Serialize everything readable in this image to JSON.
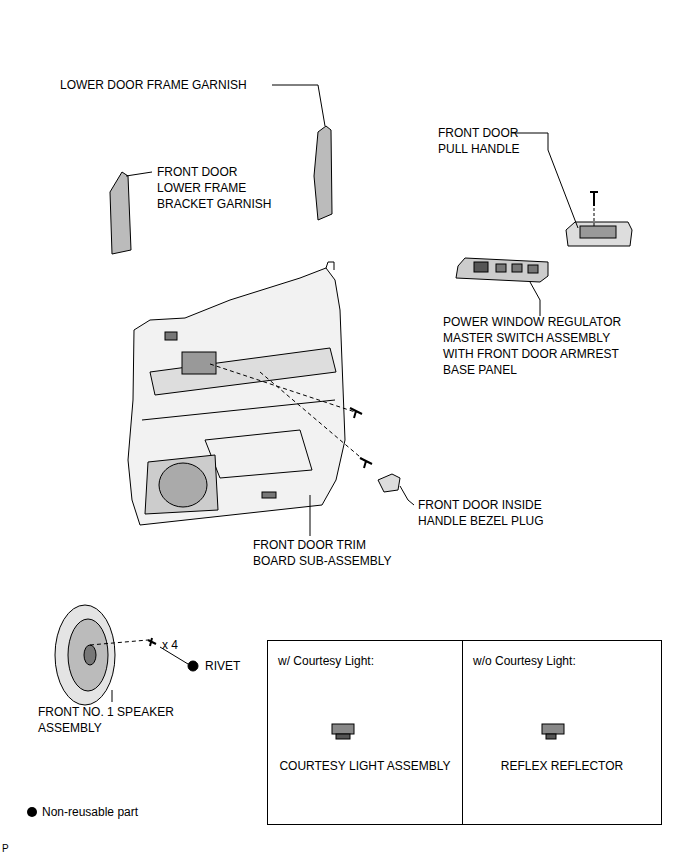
{
  "diagram": {
    "nodes": [
      {
        "text": [
          "w/ Courtesy Light:",
          "COURTESY LIGHT ASSEMBLY"
        ]
      },
      {
        "text": [
          "w/o Courtesy Light:",
          "REFLEX REFLECTOR"
        ]
      }
    ],
    "labels": [
      "LOWER DOOR FRAME GARNISH",
      "FRONT DOOR PULL HANDLE",
      "FRONT DOOR LOWER FRAME BRACKET GARNISH",
      "POWER WINDOW REGULATOR MASTER SWITCH ASSEMBLY WITH FRONT DOOR ARMREST BASE PANEL",
      "FRONT DOOR INSIDE HANDLE BEZEL PLUG",
      "FRONT DOOR TRIM BOARD SUB-ASSEMBLY",
      "x 4",
      "RIVET",
      "FRONT NO. 1 SPEAKER ASSEMBLY",
      "P"
    ],
    "legend": [
      {
        "text": "Non-reusable part"
      }
    ]
  }
}
